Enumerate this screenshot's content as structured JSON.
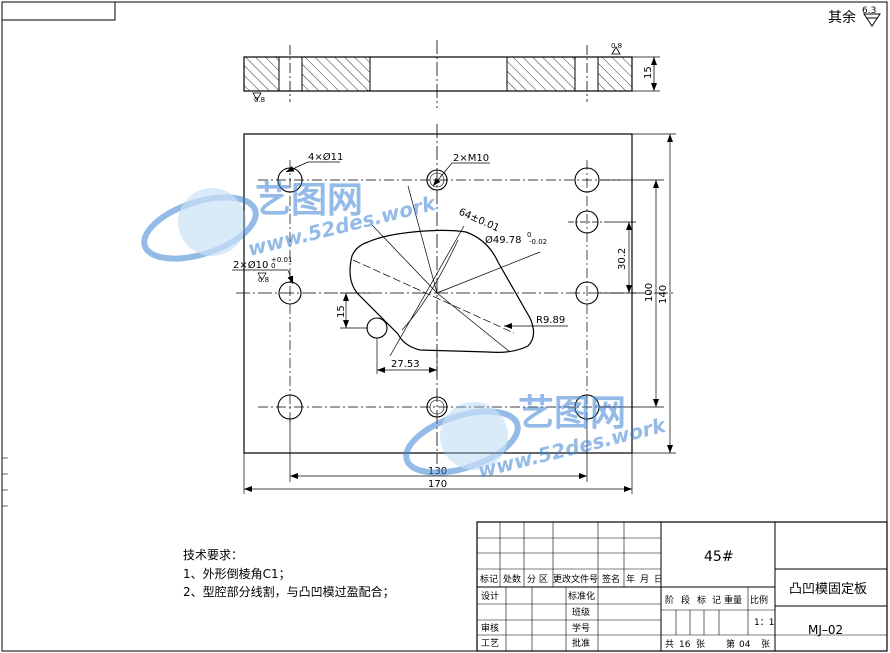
{
  "roughness_note": {
    "prefix": "其余",
    "value": "6.3"
  },
  "section_view": {
    "roughness_top": "0.8",
    "roughness_bottom": "0.8",
    "thickness": "15"
  },
  "dimensions": {
    "holes_4": "4×Ø11",
    "tapped_2": "2×M10",
    "radius_64": "64±0.01",
    "dia_49": "Ø49.78",
    "dia_49_tol": "0",
    "dia_49_tol2": "-0.02",
    "pin_holes": "2×Ø10",
    "pin_tol": "+0.01",
    "pin_tol2": "0",
    "pin_rough": "0.8",
    "d_30_2": "30.2",
    "d_100": "100",
    "d_140": "140",
    "d_15": "15",
    "r_9_89": "R9.89",
    "d_27_53": "27.53",
    "d_130": "130",
    "d_170": "170"
  },
  "watermark": {
    "brand": "艺图网",
    "url": "www.52des.work"
  },
  "notes": {
    "title": "技术要求：",
    "items": [
      "1、外形倒棱角C1；",
      "2、型腔部分线割，与凸凹模过盈配合；"
    ]
  },
  "title_block": {
    "material": "45#",
    "part_name": "凸凹模固定板",
    "drawing_no": "MJ–02",
    "scale_label": "比例",
    "scale": "1：1",
    "stage_labels": [
      "阶",
      "段",
      "标",
      "记",
      "重量"
    ],
    "rev_headers": [
      "标记",
      "处数",
      "分 区",
      "更改文件号",
      "签名",
      "年",
      "月",
      "日"
    ],
    "design": "设计",
    "standardize": "标准化",
    "class": "班级",
    "review": "审核",
    "student_no": "学号",
    "process": "工艺",
    "approve": "批准",
    "total_prefix": "共",
    "total_sheets": "16",
    "sheet_unit1": "张",
    "sheet_prefix": "第",
    "sheet_no": "04",
    "sheet_unit2": "张"
  }
}
